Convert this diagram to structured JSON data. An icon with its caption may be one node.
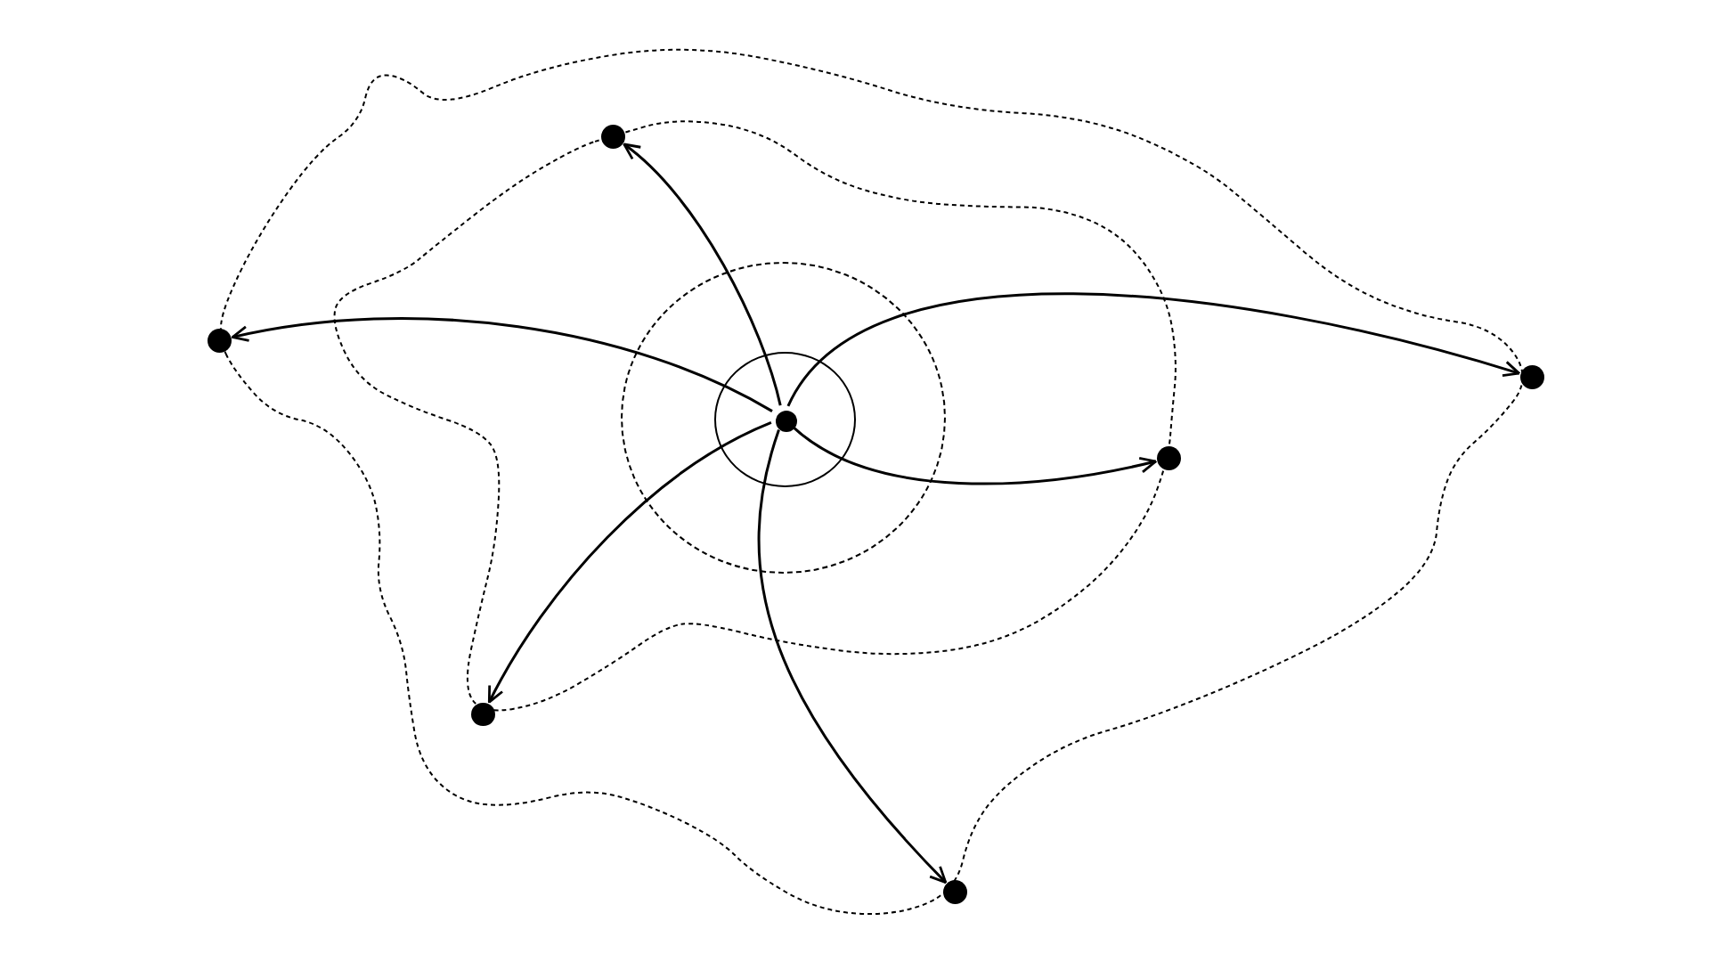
{
  "diagram": {
    "nodes": [
      {
        "text": [],
        "shape": "cloud"
      },
      {
        "text": [],
        "shape": "cloud",
        "in": 0
      },
      {
        "text": [],
        "shape": "circle",
        "in": 1
      },
      {
        "text": [],
        "shape": "circle",
        "in": 2
      },
      {
        "text": [],
        "shape": "circle",
        "in": 3
      },
      {
        "text": [],
        "shape": "circle",
        "in": 0
      },
      {
        "text": [],
        "shape": "circle"
      },
      {
        "text": [],
        "shape": "circle"
      },
      {
        "text": [],
        "shape": "circle",
        "in": 0
      },
      {
        "text": [],
        "shape": "circle",
        "in": 0
      },
      {
        "text": [],
        "shape": "circle"
      }
    ],
    "edges": [
      {
        "from": 4,
        "to": 5,
        "arrow": "to"
      },
      {
        "from": 4,
        "to": 6,
        "arrow": "to"
      },
      {
        "from": 4,
        "to": 7,
        "arrow": "to"
      },
      {
        "from": 4,
        "to": 8,
        "arrow": "to"
      },
      {
        "from": 4,
        "to": 9,
        "arrow": "to"
      },
      {
        "from": 4,
        "to": 10,
        "arrow": "to"
      }
    ]
  }
}
